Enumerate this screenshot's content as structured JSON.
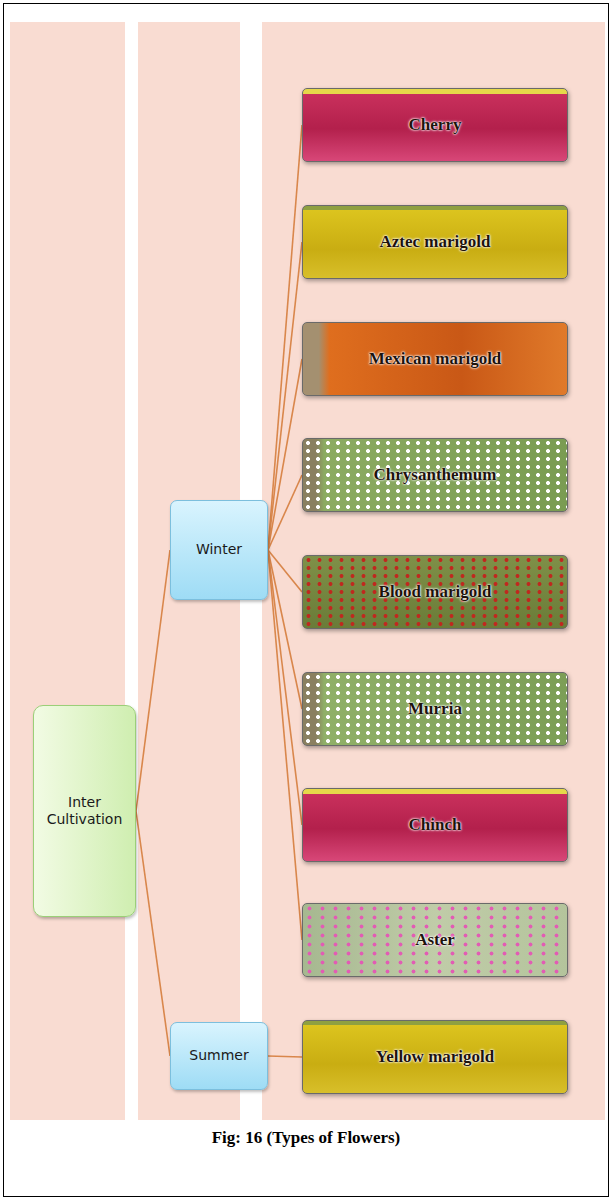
{
  "diagram": {
    "caption": "Fig: 16 (Types of Flowers)",
    "nodes": [
      {
        "text": [
          "Inter Cultivation"
        ]
      },
      {
        "text": [
          "Winter"
        ]
      },
      {
        "text": [
          "Summer"
        ]
      },
      {
        "text": [
          "Cherry"
        ]
      },
      {
        "text": [
          "Aztec marigold"
        ]
      },
      {
        "text": [
          "Mexican marigold"
        ]
      },
      {
        "text": [
          "Chrysanthemum"
        ]
      },
      {
        "text": [
          "Blood marigold"
        ]
      },
      {
        "text": [
          "Murria"
        ]
      },
      {
        "text": [
          "Chinch"
        ]
      },
      {
        "text": [
          "Aster"
        ]
      },
      {
        "text": [
          "Yellow marigold"
        ]
      }
    ],
    "edges": [
      {
        "from": 0,
        "to": 1,
        "arrow": "none"
      },
      {
        "from": 0,
        "to": 2,
        "arrow": "none"
      },
      {
        "from": 1,
        "to": 3,
        "arrow": "none"
      },
      {
        "from": 1,
        "to": 4,
        "arrow": "none"
      },
      {
        "from": 1,
        "to": 5,
        "arrow": "none"
      },
      {
        "from": 1,
        "to": 6,
        "arrow": "none"
      },
      {
        "from": 1,
        "to": 7,
        "arrow": "none"
      },
      {
        "from": 1,
        "to": 8,
        "arrow": "none"
      },
      {
        "from": 1,
        "to": 9,
        "arrow": "none"
      },
      {
        "from": 1,
        "to": 10,
        "arrow": "none"
      },
      {
        "from": 2,
        "to": 11,
        "arrow": "none"
      }
    ]
  }
}
